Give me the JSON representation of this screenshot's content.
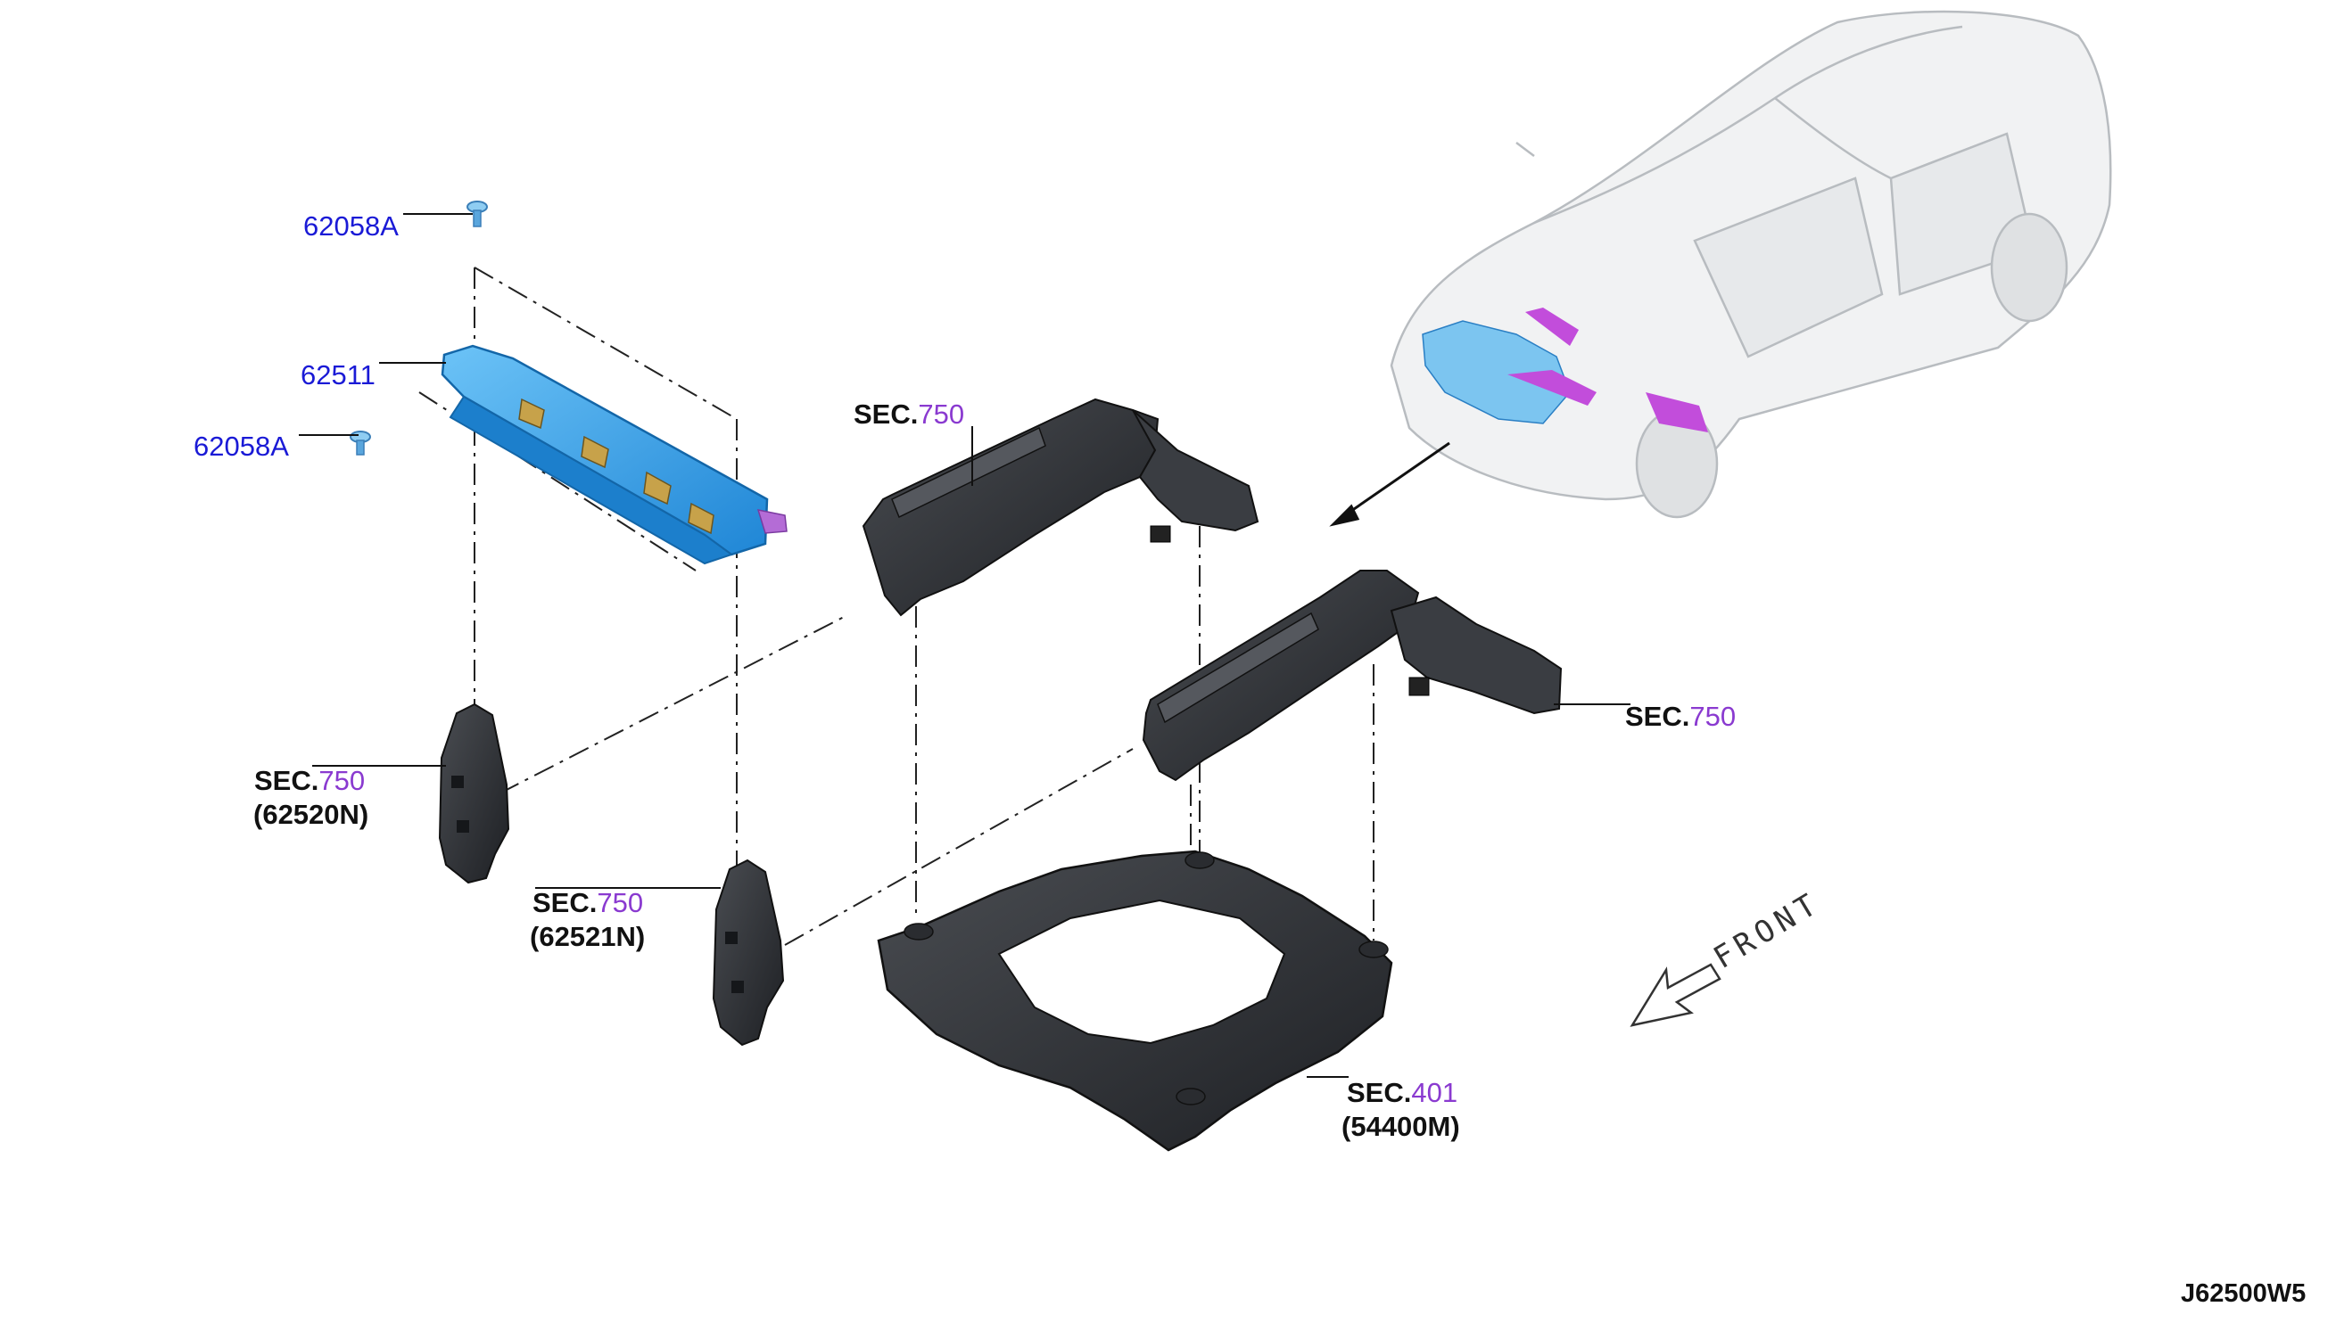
{
  "labels": {
    "bolt_top": "62058A",
    "reinforcement": "62511",
    "bolt_bottom": "62058A",
    "sec_prefix": "SEC.",
    "sec_upper_left_num": "750",
    "sec_upper_right_num": "750",
    "sec_left_bracket_num": "750",
    "sec_left_bracket_part": "(62520N)",
    "sec_right_bracket_num": "750",
    "sec_right_bracket_part": "(62521N)",
    "sec_subframe_num": "401",
    "sec_subframe_part": "(54400M)",
    "front_text": "FRONT",
    "diagram_code": "J62500W5"
  },
  "colors": {
    "highlight_blue": "#2e9be6",
    "sec_number": "#8a3ad0",
    "part_label_blue": "#1a1ad6",
    "part_dark": "#2b2d31",
    "car_outline": "#b8bcc0",
    "callout_magenta": "#c24ddb"
  },
  "icons": {
    "front_arrow": "front-direction-arrow-icon",
    "view_arrow": "view-direction-arrow-icon"
  }
}
